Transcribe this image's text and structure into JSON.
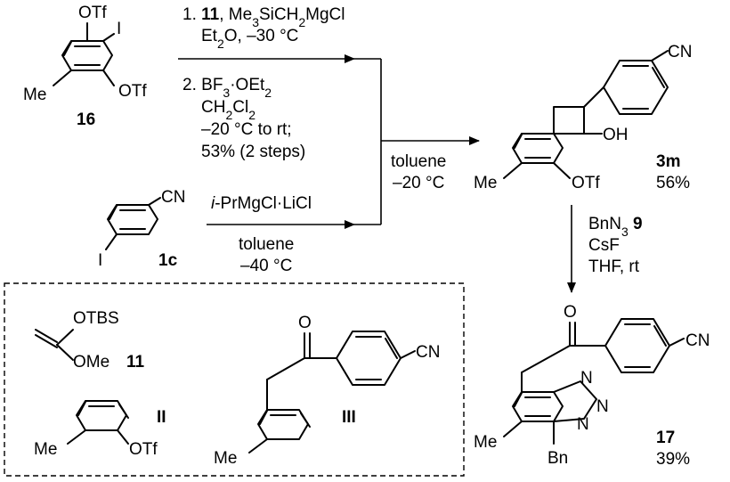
{
  "compounds": {
    "c16": {
      "label": "16",
      "otf": "OTf",
      "iodo": "I",
      "me": "Me"
    },
    "c1c": {
      "label": "1c",
      "cn": "CN",
      "iodo": "I"
    },
    "c3m": {
      "label": "3m",
      "yield": "56%",
      "cn": "CN",
      "oh": "OH",
      "otf": "OTf",
      "me": "Me"
    },
    "c17": {
      "label": "17",
      "yield": "39%",
      "cn": "CN",
      "o": "O",
      "n": "N",
      "bn": "Bn",
      "me": "Me"
    },
    "c11": {
      "label": "11",
      "otbs": "OTBS",
      "ome": "OMe"
    },
    "cII": {
      "label": "II",
      "otf": "OTf",
      "me": "Me"
    },
    "cIII": {
      "label": "III",
      "o": "O",
      "cn": "CN",
      "me": "Me"
    }
  },
  "conditions": {
    "step1_num": "1.",
    "step1_reagent_num": "11",
    "step1_reagent": ", Me",
    "step1_reagent_sub": "3",
    "step1_reagent_rest": "SiCH",
    "step1_reagent_sub2": "2",
    "step1_reagent_tail": "MgCl",
    "step1_line2": "Et",
    "step1_line2_sub": "2",
    "step1_line2_tail": "O, –30 °C",
    "step2_num": "2.",
    "step2_reagent": "BF",
    "step2_reagent_sub": "3",
    "step2_reagent_tail": "·OEt",
    "step2_reagent_sub2": "2",
    "step2_solvent": "CH",
    "step2_solvent_sub": "2",
    "step2_solvent_mid": "Cl",
    "step2_solvent_sub2": "2",
    "step2_temp": "–20 °C to rt;",
    "step2_yield": "53% (2 steps)",
    "grignard_italic": "i",
    "grignard_rest": "-PrMgCl·LiCl",
    "grignard_solvent": "toluene",
    "grignard_temp": "–40 °C",
    "coupling_solvent": "toluene",
    "coupling_temp": "–20 °C",
    "click_reagent": "BnN",
    "click_reagent_sub": "3",
    "click_reagent_num": "9",
    "click_base": "CsF",
    "click_solvent": "THF, rt"
  }
}
